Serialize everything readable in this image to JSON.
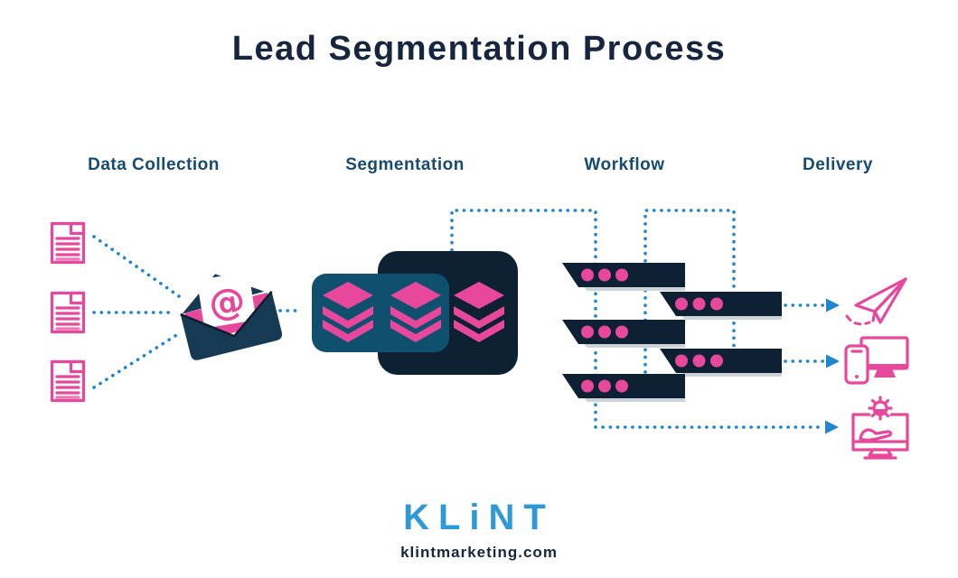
{
  "title": "Lead Segmentation Process",
  "stages": [
    {
      "id": "data-collection",
      "label": "Data Collection"
    },
    {
      "id": "segmentation",
      "label": "Segmentation"
    },
    {
      "id": "workflow",
      "label": "Workflow"
    },
    {
      "id": "delivery",
      "label": "Delivery"
    }
  ],
  "diagram": {
    "envelope_symbol": "@",
    "data_collection": {
      "document_count": 3,
      "document_icon": "document-icon",
      "hub_icon": "email-envelope-icon"
    },
    "segmentation": {
      "stack_count": 3,
      "stack_icon": "layers-stack-icon"
    },
    "workflow": {
      "bar_count": 5,
      "dots_per_bar": 3,
      "bar_icon": "workflow-bar"
    },
    "delivery": {
      "icons": [
        "paper-plane-icon",
        "responsive-devices-icon",
        "hand-gear-service-icon"
      ]
    }
  },
  "footer": {
    "logo_text": "KLiNT",
    "website": "klintmarketing.com"
  },
  "colors": {
    "pink": "#e8489b",
    "navy": "#0e2134",
    "seg-front": "#10506f",
    "seg-back": "#0d2132",
    "envelope": "#173a54",
    "blue": "#1f86cf",
    "logo-blue": "#2d9ad7",
    "title-text": "#16263e",
    "label-text": "#174a70",
    "bar-shadow": "#ccd3da"
  }
}
